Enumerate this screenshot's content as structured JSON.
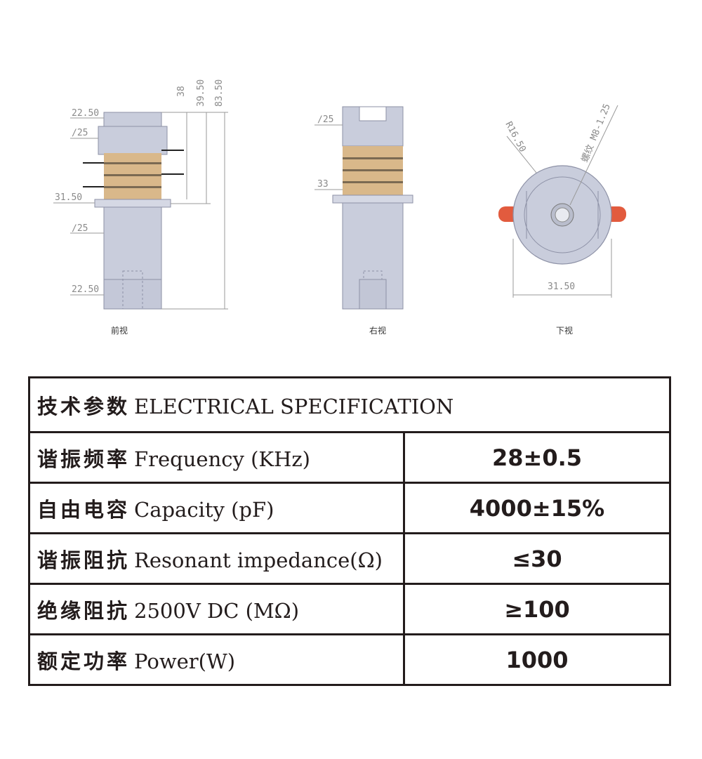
{
  "drawing": {
    "front_view": {
      "caption": "前视",
      "dims": {
        "top_dia": "22.50",
        "flat_top": "∕25",
        "flange": "31.50",
        "flat_bottom": "∕25",
        "bottom_dia": "22.50",
        "len_a": "38",
        "len_b": "39.50",
        "len_c": "83.50"
      }
    },
    "right_view": {
      "caption": "右视",
      "dims": {
        "flat": "∕25",
        "width": "33"
      }
    },
    "bottom_view": {
      "caption": "下视",
      "dims": {
        "radius": "R16.50",
        "thread": "螺纹 M8-1.25",
        "diameter": "31.50"
      }
    },
    "colors": {
      "body": "#c9cddc",
      "body_stroke": "#8d91a6",
      "ceramic": "#d9b88a",
      "electrode": "#7b6a52",
      "lead": "#e25b3e",
      "dim_line": "#9a9a9a"
    }
  },
  "spec": {
    "title_cn": "技术参数",
    "title_en": "ELECTRICAL SPECIFICATION",
    "rows": [
      {
        "label_cn": "谐振频率",
        "label_en": "Frequency (KHz)",
        "value": "28±0.5"
      },
      {
        "label_cn": "自由电容",
        "label_en": "Capacity (pF)",
        "value": "4000±15%"
      },
      {
        "label_cn": "谐振阻抗",
        "label_en": "Resonant impedance(Ω)",
        "value": "≤30"
      },
      {
        "label_cn": "绝缘阻抗",
        "label_en": "2500V DC (MΩ)",
        "value": "≥100"
      },
      {
        "label_cn": "额定功率",
        "label_en": "Power(W)",
        "value": "1000"
      }
    ]
  }
}
